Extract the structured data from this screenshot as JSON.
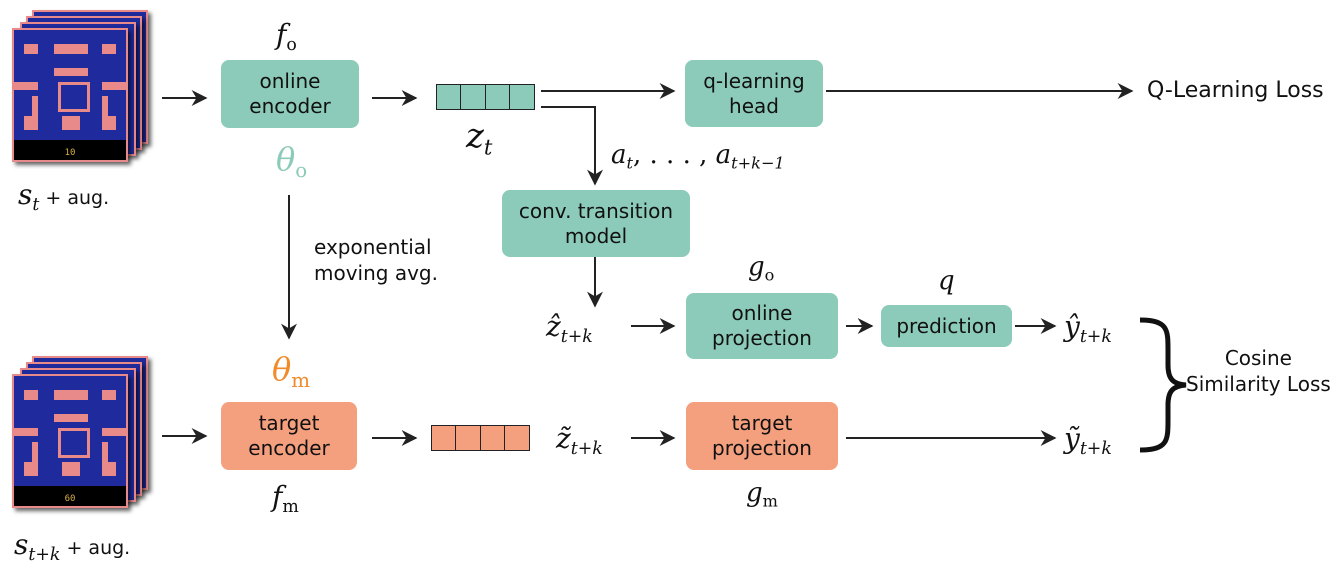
{
  "title": "SPR model architecture diagram",
  "colors": {
    "online": "#8ccbb9",
    "target": "#f4a07f",
    "theta_online": "#8ccbb9",
    "theta_target": "#f08a2a",
    "arrow": "#222222"
  },
  "inputs": {
    "online_state": {
      "symbol": "s",
      "subscript": "t",
      "suffix": " + aug.",
      "score": "10"
    },
    "target_state": {
      "symbol": "s",
      "subscript": "t+k",
      "suffix": " + aug.",
      "score": "60"
    }
  },
  "online_encoder": {
    "label": "online\nencoder",
    "function": "f",
    "function_sub": "o",
    "params": "θ",
    "params_sub": "o"
  },
  "target_encoder": {
    "label": "target\nencoder",
    "function": "f",
    "function_sub": "m",
    "params": "θ",
    "params_sub": "m"
  },
  "ema_label": "exponential\nmoving avg.",
  "latent_online": {
    "symbol": "z",
    "subscript": "t",
    "cells": 4
  },
  "latent_target": {
    "cells": 4
  },
  "actions_label": {
    "first": "a",
    "first_sub": "t",
    "sep": ", . . . , ",
    "last": "a",
    "last_sub": "t+k−1"
  },
  "q_head": {
    "label": "q-learning\nhead"
  },
  "q_loss": "Q-Learning Loss",
  "transition_model": {
    "label": "conv. transition\nmodel"
  },
  "z_hat": {
    "symbol": "ẑ",
    "subscript": "t+k"
  },
  "z_tilde": {
    "symbol": "z̃",
    "subscript": "t+k"
  },
  "online_projection": {
    "label": "online\nprojection",
    "function": "g",
    "function_sub": "o"
  },
  "target_projection": {
    "label": "target\nprojection",
    "function": "g",
    "function_sub": "m"
  },
  "prediction": {
    "label": "prediction",
    "function": "q"
  },
  "y_hat": {
    "symbol": "ŷ",
    "subscript": "t+k"
  },
  "y_tilde": {
    "symbol": "ỹ",
    "subscript": "t+k"
  },
  "cosine_loss": "Cosine\nSimilarity Loss"
}
